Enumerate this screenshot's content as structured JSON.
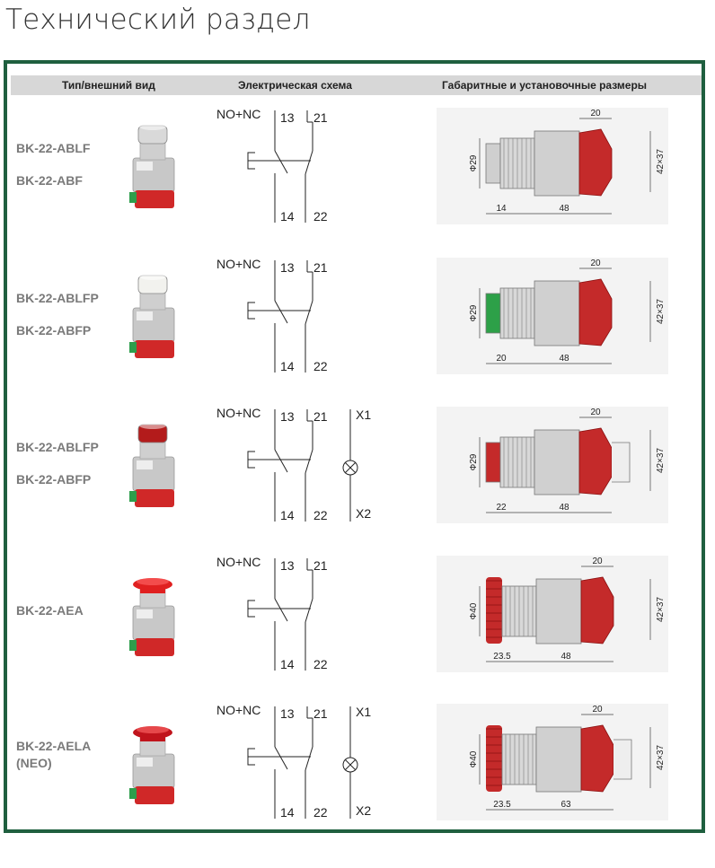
{
  "page_title": "Технический раздел",
  "header": {
    "col_type": "Тип/внешний вид",
    "col_schema": "Электрическая схема",
    "col_dims": "Габаритные  и установочные размеры"
  },
  "schema_labels": {
    "contacts": "NO+NC",
    "n13": "13",
    "n21": "21",
    "n14": "14",
    "n22": "22",
    "x1": "X1",
    "x2": "X2"
  },
  "dim_labels": {
    "w20": "20",
    "h": "42×37"
  },
  "rows": [
    {
      "models": [
        "BK-22-ABLF",
        "BK-22-ABF"
      ],
      "head_color": "#d9d9d9",
      "lamp": false,
      "phi": "Ф29",
      "left_dim": "14",
      "right_dim": "48"
    },
    {
      "models": [
        "BK-22-ABLFP",
        "BK-22-ABFP"
      ],
      "head_color": "#f2f2ee",
      "lamp": false,
      "phi": "Ф29",
      "left_dim": "20",
      "right_dim": "48"
    },
    {
      "models": [
        "BK-22-ABLFP",
        "BK-22-ABFP"
      ],
      "head_color": "#b31b1b",
      "lamp": true,
      "phi": "Ф29",
      "left_dim": "22",
      "right_dim": "48"
    },
    {
      "models": [
        "BK-22-AEA"
      ],
      "head_color": "#e02020",
      "lamp": false,
      "phi": "Ф40",
      "left_dim": "23.5",
      "right_dim": "48"
    },
    {
      "models": [
        "BK-22-AELA",
        "(NEO)"
      ],
      "head_color": "#c0141c",
      "lamp": true,
      "phi": "Ф40",
      "left_dim": "23.5",
      "right_dim": "63"
    }
  ],
  "colors": {
    "frame": "#1f5f3f",
    "header_bg": "#d7d7d7",
    "model_text": "#7a7a7a",
    "actuator_red": "#c42a2a"
  }
}
